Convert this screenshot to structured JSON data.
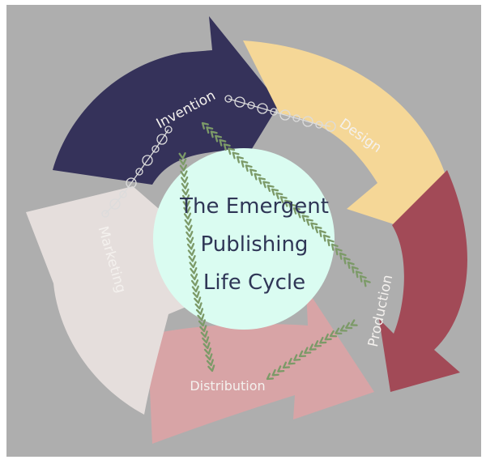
{
  "title_lines": [
    "The Emergent",
    "Publishing",
    "Life Cycle"
  ],
  "stages": [
    {
      "name": "Invention",
      "color": "#35325a"
    },
    {
      "name": "Design",
      "color": "#f5d797"
    },
    {
      "name": "Production",
      "color": "#a24a57"
    },
    {
      "name": "Distribution",
      "color": "#d8a4a6"
    },
    {
      "name": "Marketing",
      "color": "#e5dedc"
    }
  ],
  "colors": {
    "background": "#aeaeae",
    "center_circle": "#dafcf1",
    "chevrons": "#7c9a68",
    "chain_links": "#dcdcdc"
  }
}
